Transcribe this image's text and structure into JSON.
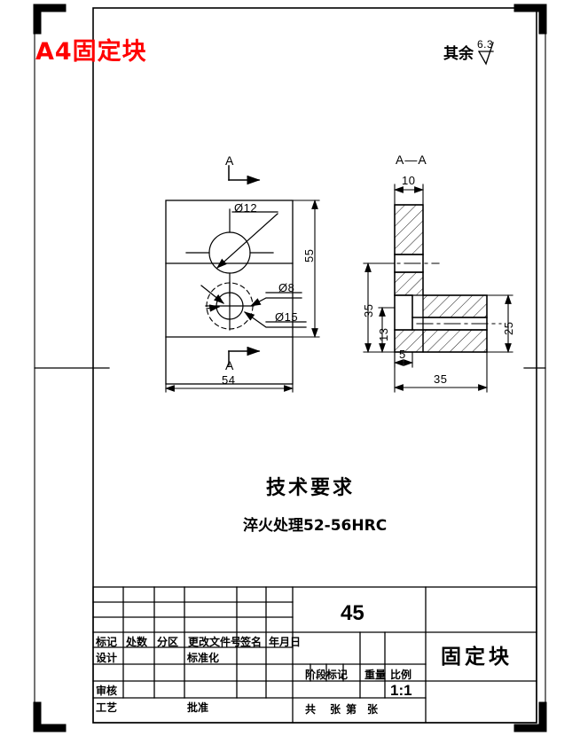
{
  "document": {
    "sheet_label": "A4固定块",
    "sheet_label_color": "#ff0000",
    "general_roughness_label": "其余",
    "general_roughness_value": "6.3"
  },
  "views": {
    "top_view": {
      "section_letter_top": "A",
      "section_letter_bottom": "A",
      "width_dim": "54",
      "height_dim": "55",
      "hole_labels": [
        "Ø12",
        "Ø8",
        "Ø15"
      ]
    },
    "section_view": {
      "title": "A—A",
      "dims": {
        "flange_thickness": "10",
        "total_height": "35",
        "lower_height": "13",
        "step_width": "5",
        "body_height": "25",
        "total_width": "35"
      }
    }
  },
  "technical_requirements": {
    "heading": "技术要求",
    "lines": [
      "淬火处理52-56HRC"
    ]
  },
  "title_block": {
    "revision_headers": [
      "标记",
      "处数",
      "分区",
      "更改文件号",
      "签名",
      "年月日"
    ],
    "roles": {
      "design": "设计",
      "standardization": "标准化",
      "check": "审核",
      "process": "工艺",
      "approve": "批准"
    },
    "material": "45",
    "stage_mark_label": "阶段标记",
    "weight_label": "重量",
    "scale_label": "比例",
    "scale_value": "1:1",
    "sheet_count": {
      "total_prefix": "共",
      "total_unit": "张",
      "index_prefix": "第",
      "index_unit": "张"
    },
    "part_name": "固定块"
  }
}
